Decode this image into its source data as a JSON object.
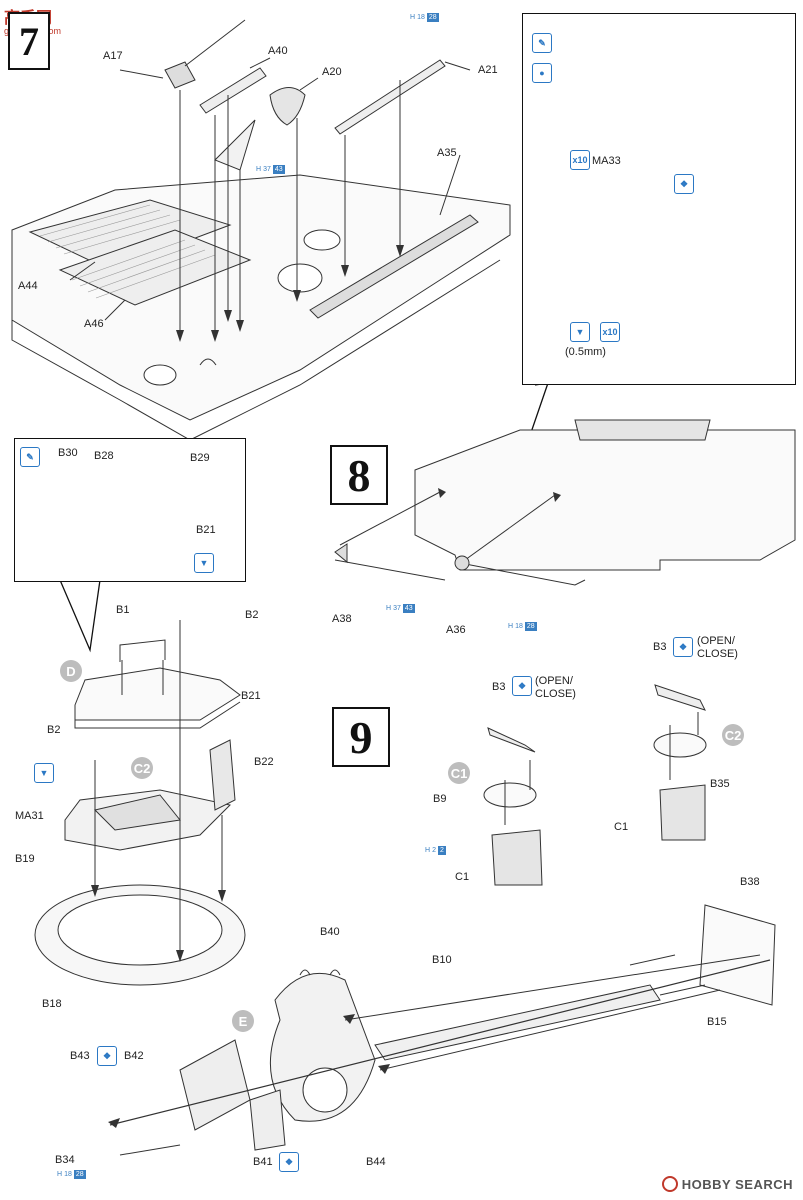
{
  "watermark": {
    "top": "高手网",
    "bottom": "gao-shou.com"
  },
  "steps": {
    "s7": "7",
    "s8": "8",
    "s9": "9"
  },
  "subassemblies": {
    "d": "D",
    "e": "E",
    "c1": "C1",
    "c2": "C2"
  },
  "parts": {
    "a17": "A17",
    "a40": "A40",
    "a20": "A20",
    "a21": "A21",
    "a35": "A35",
    "a44": "A44",
    "a46": "A46",
    "a38": "A38",
    "a36": "A36",
    "ma33": "MA33",
    "b30": "B30",
    "b28": "B28",
    "b29": "B29",
    "b21_inset": "B21",
    "b1": "B1",
    "b2_top": "B2",
    "b21": "B21",
    "b2_mid": "B2",
    "b22": "B22",
    "ma31": "MA31",
    "b19": "B19",
    "b18": "B18",
    "b3_a": "B3",
    "b9": "B9",
    "c1_a": "C1",
    "b3_b": "B3",
    "b35": "B35",
    "c1_b": "C1",
    "b40": "B40",
    "b10": "B10",
    "b38": "B38",
    "b15": "B15",
    "b43": "B43",
    "b42": "B42",
    "b34": "B34",
    "b41": "B41",
    "b44": "B44"
  },
  "notes": {
    "open_close_a": "(OPEN/\nCLOSE)",
    "open_close_b": "(OPEN/\nCLOSE)",
    "thickness": "(0.5mm)",
    "qty10_a": "x10",
    "qty10_b": "x10"
  },
  "refs": {
    "h_a21": {
      "h": "H",
      "a": "18",
      "b": "28"
    },
    "h_a40": {
      "h": "H",
      "a": "37",
      "b": "43"
    },
    "h_a38": {
      "h": "H",
      "a": "37",
      "b": "43"
    },
    "h_a36": {
      "h": "H",
      "a": "18",
      "b": "28"
    },
    "h_c1": {
      "h": "H",
      "a": "2",
      "b": "2"
    },
    "h_b34": {
      "h": "H",
      "a": "18",
      "b": "28"
    }
  },
  "brand": "HOBBY SEARCH",
  "colors": {
    "accent": "#2b78c4",
    "sub": "#bdbdbd",
    "line": "#333333"
  }
}
